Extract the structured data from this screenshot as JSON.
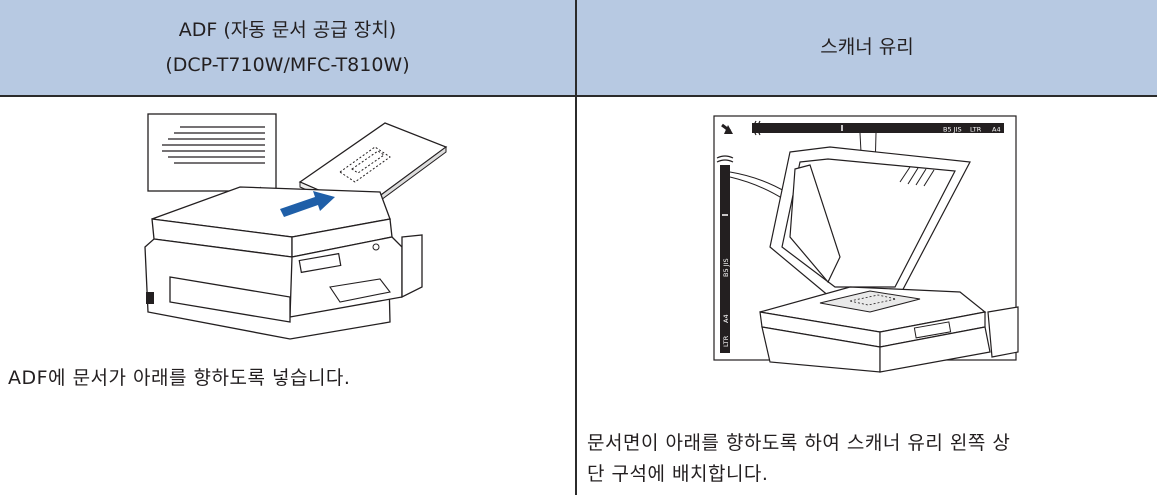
{
  "table": {
    "columns": [
      {
        "header_line1": "ADF (자동 문서 공급 장치)",
        "header_line2": "(DCP-T710W/MFC-T810W)",
        "instruction": "ADF에 문서가 아래를 향하도록 넣습니다."
      },
      {
        "header_line1": "스캐너 유리",
        "instruction_line1": "문서면이 아래를 향하도록 하여 스캐너 유리 왼쪽 상",
        "instruction_line2": "단 구석에 배치합니다."
      }
    ]
  },
  "scanner_guide": {
    "top_ruler": [
      "B5 JIS",
      "LTR",
      "A4"
    ],
    "side_ruler": [
      "B5 JIS",
      "LTR",
      "A4"
    ]
  },
  "colors": {
    "header_bg": "#b7c9e2",
    "arrow_blue": "#1f5fa8",
    "border": "#2b2b2b"
  }
}
